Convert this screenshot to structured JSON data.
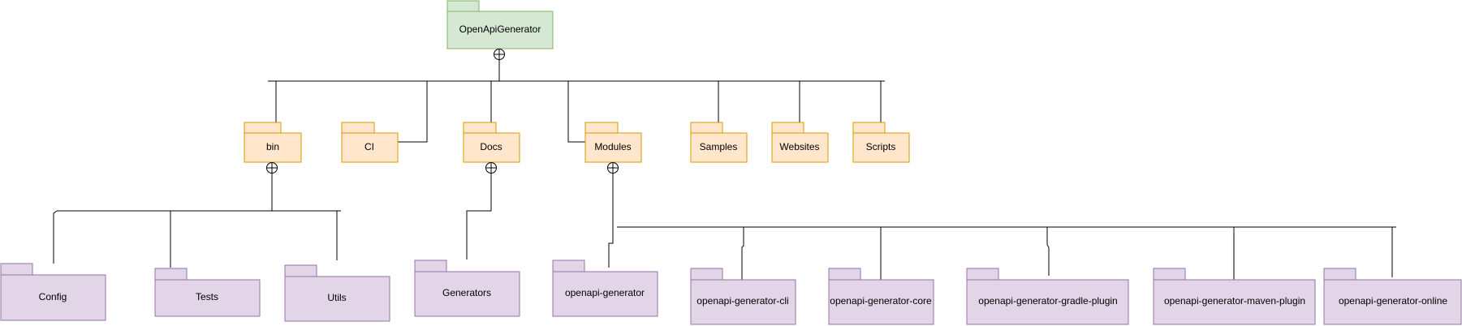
{
  "palette": {
    "root_fill": "#d5e8d4",
    "root_stroke": "#82b366",
    "folder_fill": "#ffe6cc",
    "folder_stroke": "#d79b00",
    "module_fill": "#e1d5e7",
    "module_stroke": "#9673a6",
    "line": "#000000"
  },
  "connector_icon": "circle-plus-icon",
  "packages": {
    "root": {
      "label": "OpenApiGenerator"
    },
    "bin": {
      "label": "bin"
    },
    "ci": {
      "label": "CI"
    },
    "docs": {
      "label": "Docs"
    },
    "modules": {
      "label": "Modules"
    },
    "samples": {
      "label": "Samples"
    },
    "websites": {
      "label": "Websites"
    },
    "scripts": {
      "label": "Scripts"
    },
    "config": {
      "label": "Config"
    },
    "tests": {
      "label": "Tests"
    },
    "utils": {
      "label": "Utils"
    },
    "generators": {
      "label": "Generators"
    },
    "openapi_generator": {
      "label": "openapi-generator"
    },
    "openapi_generator_cli": {
      "label": "openapi-generator-cli"
    },
    "openapi_generator_core": {
      "label": "openapi-generator-core"
    },
    "openapi_generator_gradle_plugin": {
      "label": "openapi-generator-gradle-plugin"
    },
    "openapi_generator_maven_plugin": {
      "label": "openapi-generator-maven-plugin"
    },
    "openapi_generator_online": {
      "label": "openapi-generator-online"
    }
  }
}
